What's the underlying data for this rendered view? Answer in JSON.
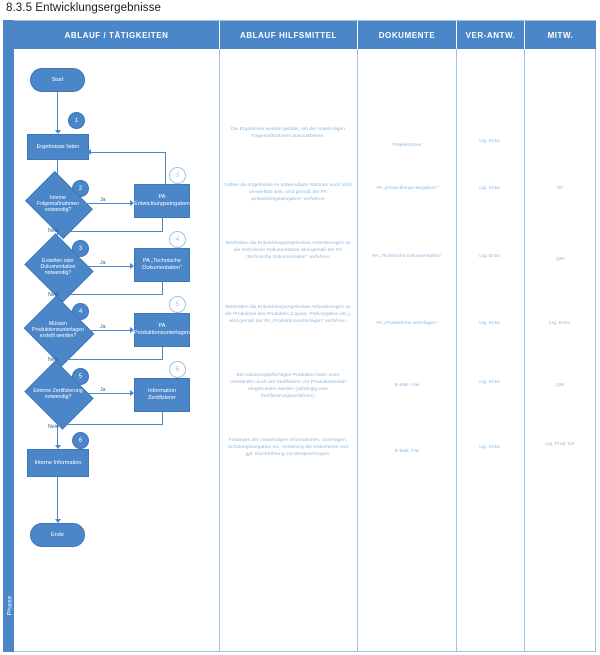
{
  "document": {
    "title": "8.3.5 Entwicklungsergebnisse",
    "phase_label": "Phase"
  },
  "theme": {
    "accent": "#4a86c8",
    "accent_dark": "#3d78b4",
    "border": "#9fc3e3",
    "text_light": "#8fb8dd",
    "white": "#ffffff"
  },
  "columns": [
    {
      "key": "ablauf",
      "label": "ABLAUF / TÄTIGKEITEN"
    },
    {
      "key": "hilfsmittel",
      "label": "ABLAUF HILFSMITTEL"
    },
    {
      "key": "dokumente",
      "label": "DOKUMENTE"
    },
    {
      "key": "verantw",
      "label": "VER-ANTW."
    },
    {
      "key": "mitw",
      "label": "MITW."
    }
  ],
  "flow": {
    "start_label": "Start",
    "end_label": "Ende",
    "yes_label": "Ja",
    "no_label": "Nein",
    "nodes": [
      {
        "id": "start",
        "type": "terminator",
        "label": "Start"
      },
      {
        "id": "n1",
        "type": "process",
        "label": "Ergebnisse listen",
        "badge": "1"
      },
      {
        "id": "d2",
        "type": "decision",
        "label": "Interne Folgemaßnahmen notwendig?",
        "badge": "2"
      },
      {
        "id": "p2",
        "type": "process",
        "label": "PA „Entwicklungseingaben\"",
        "badge": "3"
      },
      {
        "id": "d3",
        "type": "decision",
        "label": "Erstellen oder Dokumentation notwendig?",
        "badge": "3"
      },
      {
        "id": "p3",
        "type": "process",
        "label": "PA „Technische Dokumentation\"",
        "badge": "4"
      },
      {
        "id": "d4",
        "type": "decision",
        "label": "Müssen Produktionsunterlagen erstellt werden?",
        "badge": "4"
      },
      {
        "id": "p4",
        "type": "process",
        "label": "PA „Produktionsunterlagen\"",
        "badge": "5"
      },
      {
        "id": "d5",
        "type": "decision",
        "label": "Externe Zertifizierung notwendig?",
        "badge": "5"
      },
      {
        "id": "p5",
        "type": "process",
        "label": "Information Zertifizierer",
        "badge": "6"
      },
      {
        "id": "n6",
        "type": "process",
        "label": "Interne Information",
        "badge": "6"
      },
      {
        "id": "end",
        "type": "terminator",
        "label": "Ende"
      }
    ]
  },
  "rows": [
    {
      "hilfsmittel": "Die Ergebnisse werden gelistet, um die notwendigen Folgemaßnahmen auszuarbeiten.",
      "dokumente": "Projektordner",
      "verantw": "Ltg. Entw.",
      "mitw": ""
    },
    {
      "hilfsmittel": "Sollten die Ergebnisse im notwendigen Rahmen noch nicht verwertbar sein, wird gemäß der PA „Entwicklungseingaben\" verfahren.",
      "dokumente": "PA „Entwicklungs-eingaben\"",
      "verantw": "Ltg. Entw.",
      "mitw": "GF"
    },
    {
      "hilfsmittel": "Beinhalten die Entwicklungsergebnisse Anforderungen an die technische Dokumentation wird gemäß der PA „Technische Dokumentation\" verfahren.",
      "dokumente": "PA „Technische Dokumentation\"",
      "verantw": "Ltg. Entw.",
      "mitw": "QM"
    },
    {
      "hilfsmittel": "Beinhalten die Entwicklungsergebnisse Anforderungen an die Produktion des Produktes (Layout, Prüfvorgaben etc.), wird gemäß der PA „Produktionsunterlagen\" verfahren.",
      "dokumente": "PA „Produktions-unterlagen\"",
      "verantw": "Ltg. Entw.",
      "mitw": "Ltg. Entw."
    },
    {
      "hilfsmittel": "Bei zulassungspflichtigen Produkten kann unter Umständen auch der Zertifizierer vor Produktionsstart eingebunden werden (abhängig vom Zertifizierungsverfahren).",
      "dokumente": "E-Mail, Fax",
      "verantw": "Ltg. Entw.",
      "mitw": "QM"
    },
    {
      "hilfsmittel": "Festlegen der notwendigen Informationen, Unterlagen, Schulungsvorgaben etc. Verteilung der Dokumente und ggf. Durchführung von Besprechungen.",
      "dokumente": "E-Mail, Fax",
      "verantw": "Ltg. Entw.",
      "mitw": "Ltg. Prod. GF"
    }
  ]
}
